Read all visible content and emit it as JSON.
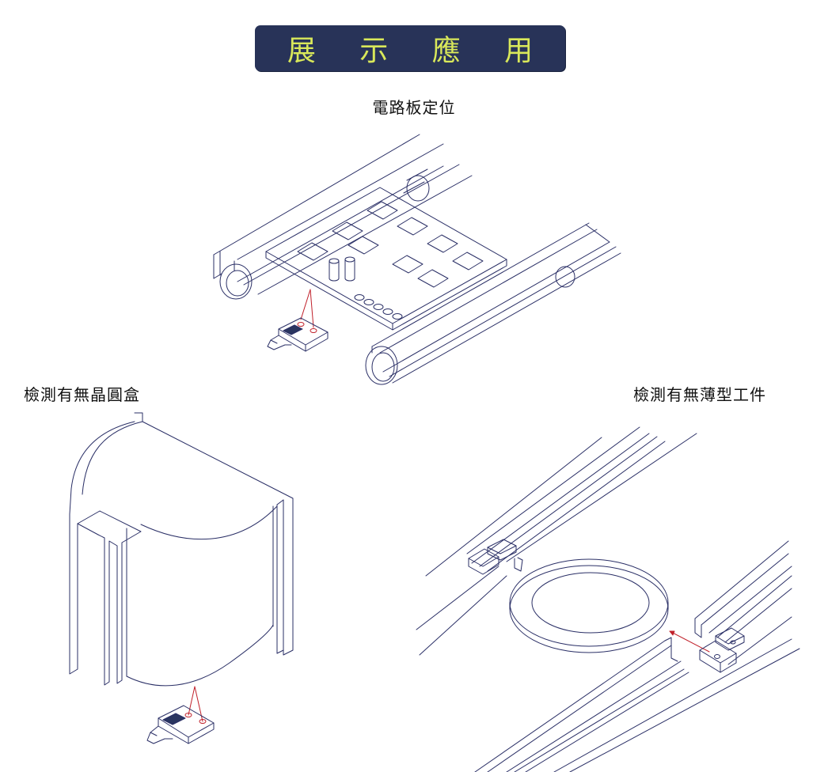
{
  "banner": {
    "title": "展 示 應 用"
  },
  "scenes": {
    "pcb": {
      "caption": "電路板定位"
    },
    "wafer_box": {
      "caption": "檢測有無晶圓盒"
    },
    "thin_workpiece": {
      "caption": "檢測有無薄型工件"
    }
  },
  "colors": {
    "line": "#2a2f66",
    "beam": "#c0202a",
    "banner_bg": "#283358",
    "banner_text": "#d9e85a",
    "sensor_mark": "#2a3560"
  }
}
